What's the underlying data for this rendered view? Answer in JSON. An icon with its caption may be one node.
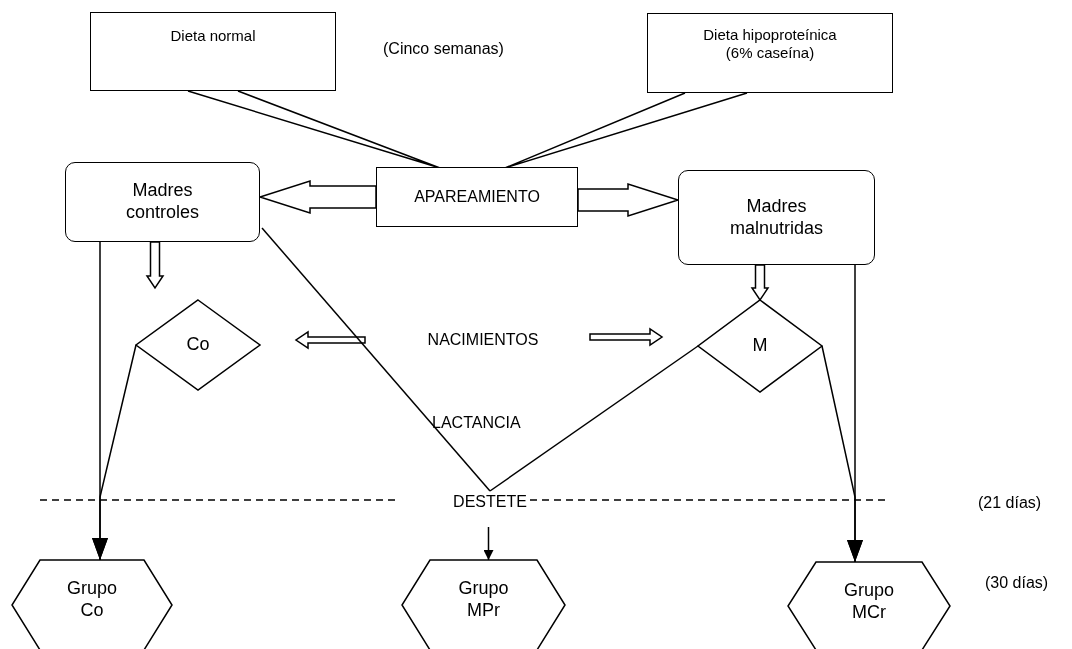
{
  "diagram": {
    "nodes": [
      {
        "text": [
          "Dieta normal"
        ]
      },
      {
        "text": [
          "Dieta hipoproteínica (6% caseína)"
        ]
      },
      {
        "text": [
          "APAREAMIENTO"
        ]
      },
      {
        "text": [
          "Madres controles"
        ]
      },
      {
        "text": [
          "Madres malnutridas"
        ]
      },
      {
        "text": [
          "Co"
        ]
      },
      {
        "text": [
          "NACIMIENTOS"
        ]
      },
      {
        "text": [
          "M"
        ]
      },
      {
        "text": [
          "DESTETE"
        ]
      },
      {
        "text": [
          "Grupo Co"
        ]
      },
      {
        "text": [
          "Grupo MPr"
        ]
      },
      {
        "text": [
          "Grupo MCr"
        ]
      }
    ],
    "edges": [
      {
        "from": 0,
        "to": 2,
        "arrow": "none"
      },
      {
        "from": 1,
        "to": 2,
        "arrow": "none"
      },
      {
        "from": 2,
        "to": 3,
        "arrow": "to",
        "style": "thick"
      },
      {
        "from": 2,
        "to": 4,
        "arrow": "to",
        "style": "thick"
      },
      {
        "from": 3,
        "to": 5,
        "arrow": "to",
        "style": "thick"
      },
      {
        "from": 4,
        "to": 7,
        "arrow": "to",
        "style": "thick"
      },
      {
        "from": 6,
        "to": 5,
        "arrow": "to",
        "style": "thick"
      },
      {
        "from": 6,
        "to": 7,
        "arrow": "to",
        "style": "thick"
      },
      {
        "from": 3,
        "to": 9,
        "arrow": "to"
      },
      {
        "from": 5,
        "to": 9,
        "arrow": "to"
      },
      {
        "from": 3,
        "to": 8,
        "arrow": "none"
      },
      {
        "from": 7,
        "to": 8,
        "arrow": "none"
      },
      {
        "from": 8,
        "to": 10,
        "arrow": "to"
      },
      {
        "from": 4,
        "to": 11,
        "arrow": "to"
      },
      {
        "from": 7,
        "to": 11,
        "arrow": "to"
      }
    ],
    "labels": [
      "(Cinco semanas)",
      "LACTANCIA",
      "(21 días)",
      "(30 días)"
    ]
  }
}
